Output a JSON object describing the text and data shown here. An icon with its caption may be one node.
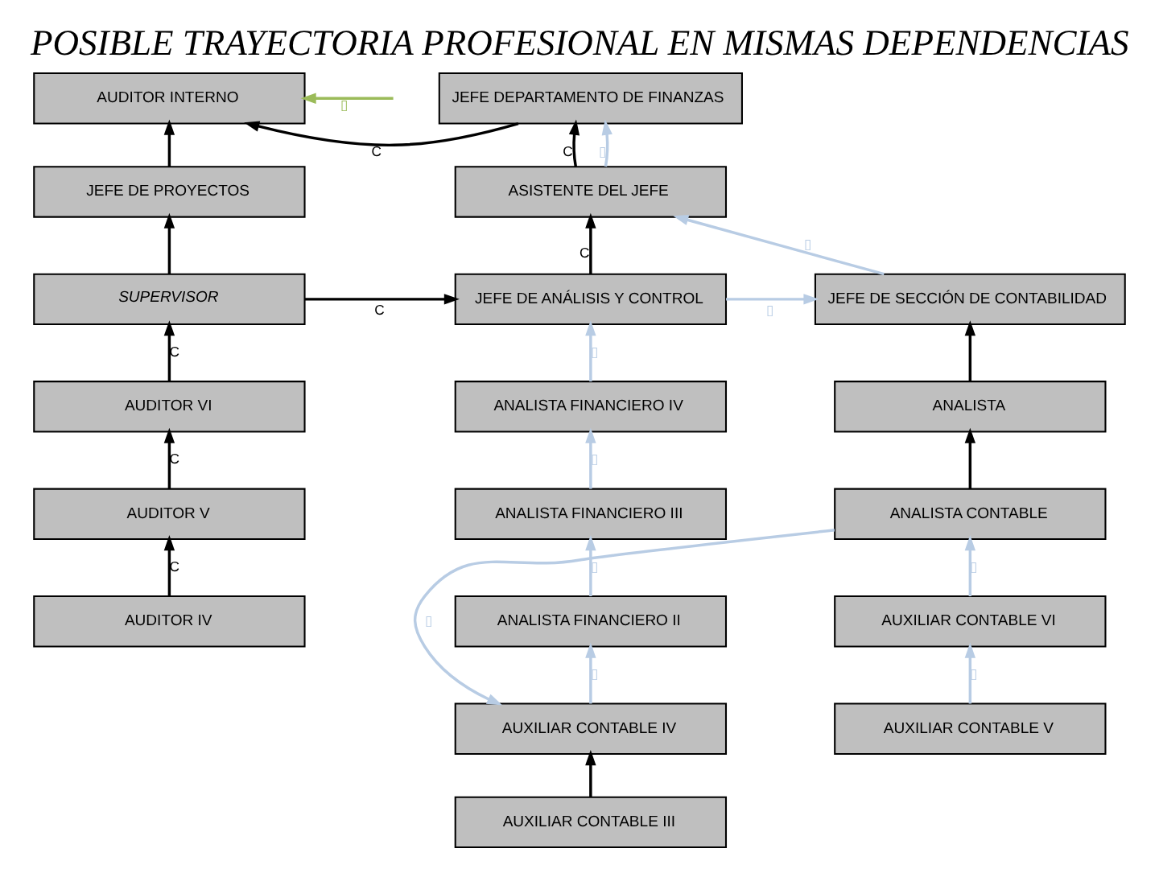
{
  "diagram": {
    "title": "POSIBLE TRAYECTORIA PROFESIONAL EN MISMAS DEPENDENCIAS",
    "nodes": [
      {
        "text": [
          "AUDITOR INTERNO"
        ]
      },
      {
        "text": [
          "JEFE DEPARTAMENTO DE FINANZAS"
        ]
      },
      {
        "text": [
          "JEFE DE PROYECTOS"
        ]
      },
      {
        "text": [
          "ASISTENTE DEL JEFE"
        ]
      },
      {
        "text": [
          "SUPERVISOR"
        ]
      },
      {
        "text": [
          "JEFE DE ANÁLISIS Y CONTROL"
        ]
      },
      {
        "text": [
          "JEFE DE SECCIÓN DE CONTABILIDAD"
        ]
      },
      {
        "text": [
          "AUDITOR VI"
        ]
      },
      {
        "text": [
          "ANALISTA FINANCIERO IV"
        ]
      },
      {
        "text": [
          "ANALISTA"
        ]
      },
      {
        "text": [
          "AUDITOR V"
        ]
      },
      {
        "text": [
          "ANALISTA FINANCIERO III"
        ]
      },
      {
        "text": [
          "ANALISTA CONTABLE"
        ]
      },
      {
        "text": [
          "AUDITOR IV"
        ]
      },
      {
        "text": [
          "ANALISTA FINANCIERO II"
        ]
      },
      {
        "text": [
          "AUXILIAR CONTABLE VI"
        ]
      },
      {
        "text": [
          "AUXILIAR CONTABLE IV"
        ]
      },
      {
        "text": [
          "AUXILIAR CONTABLE V"
        ]
      },
      {
        "text": [
          "AUXILIAR CONTABLE III"
        ]
      }
    ],
    "edges": [
      {
        "from": 1,
        "to": 0,
        "arrow": "to",
        "label": "C"
      },
      {
        "from": null,
        "to": 0,
        "arrow": "to",
        "label": "▯",
        "color": "#9bbb59"
      },
      {
        "from": 2,
        "to": 0,
        "arrow": "to"
      },
      {
        "from": 4,
        "to": 2,
        "arrow": "to"
      },
      {
        "from": 3,
        "to": 1,
        "arrow": "to",
        "label": "C"
      },
      {
        "from": 3,
        "to": 1,
        "arrow": "to",
        "label": "▯",
        "color": "#b8cce4"
      },
      {
        "from": 5,
        "to": 3,
        "arrow": "to",
        "label": "C"
      },
      {
        "from": 6,
        "to": 3,
        "arrow": "to",
        "label": "▯",
        "color": "#b8cce4"
      },
      {
        "from": 4,
        "to": 5,
        "arrow": "to",
        "label": "C"
      },
      {
        "from": 5,
        "to": 6,
        "arrow": "to",
        "label": "▯",
        "color": "#b8cce4"
      },
      {
        "from": 7,
        "to": 4,
        "arrow": "to",
        "label": "C"
      },
      {
        "from": 8,
        "to": 5,
        "arrow": "to",
        "label": "▯",
        "color": "#b8cce4"
      },
      {
        "from": 9,
        "to": 6,
        "arrow": "to"
      },
      {
        "from": 10,
        "to": 7,
        "arrow": "to",
        "label": "C"
      },
      {
        "from": 11,
        "to": 8,
        "arrow": "to",
        "label": "▯",
        "color": "#b8cce4"
      },
      {
        "from": 12,
        "to": 9,
        "arrow": "to"
      },
      {
        "from": 13,
        "to": 10,
        "arrow": "to",
        "label": "C"
      },
      {
        "from": 14,
        "to": 11,
        "arrow": "to",
        "label": "▯",
        "color": "#b8cce4"
      },
      {
        "from": 15,
        "to": 12,
        "arrow": "to",
        "label": "▯",
        "color": "#b8cce4"
      },
      {
        "from": 16,
        "to": 14,
        "arrow": "to",
        "label": "▯",
        "color": "#b8cce4"
      },
      {
        "from": 12,
        "to": 16,
        "arrow": "to",
        "label": "▯",
        "color": "#b8cce4"
      },
      {
        "from": 17,
        "to": 15,
        "arrow": "to",
        "label": "▯",
        "color": "#b8cce4"
      },
      {
        "from": 18,
        "to": 16,
        "arrow": "to"
      }
    ]
  }
}
